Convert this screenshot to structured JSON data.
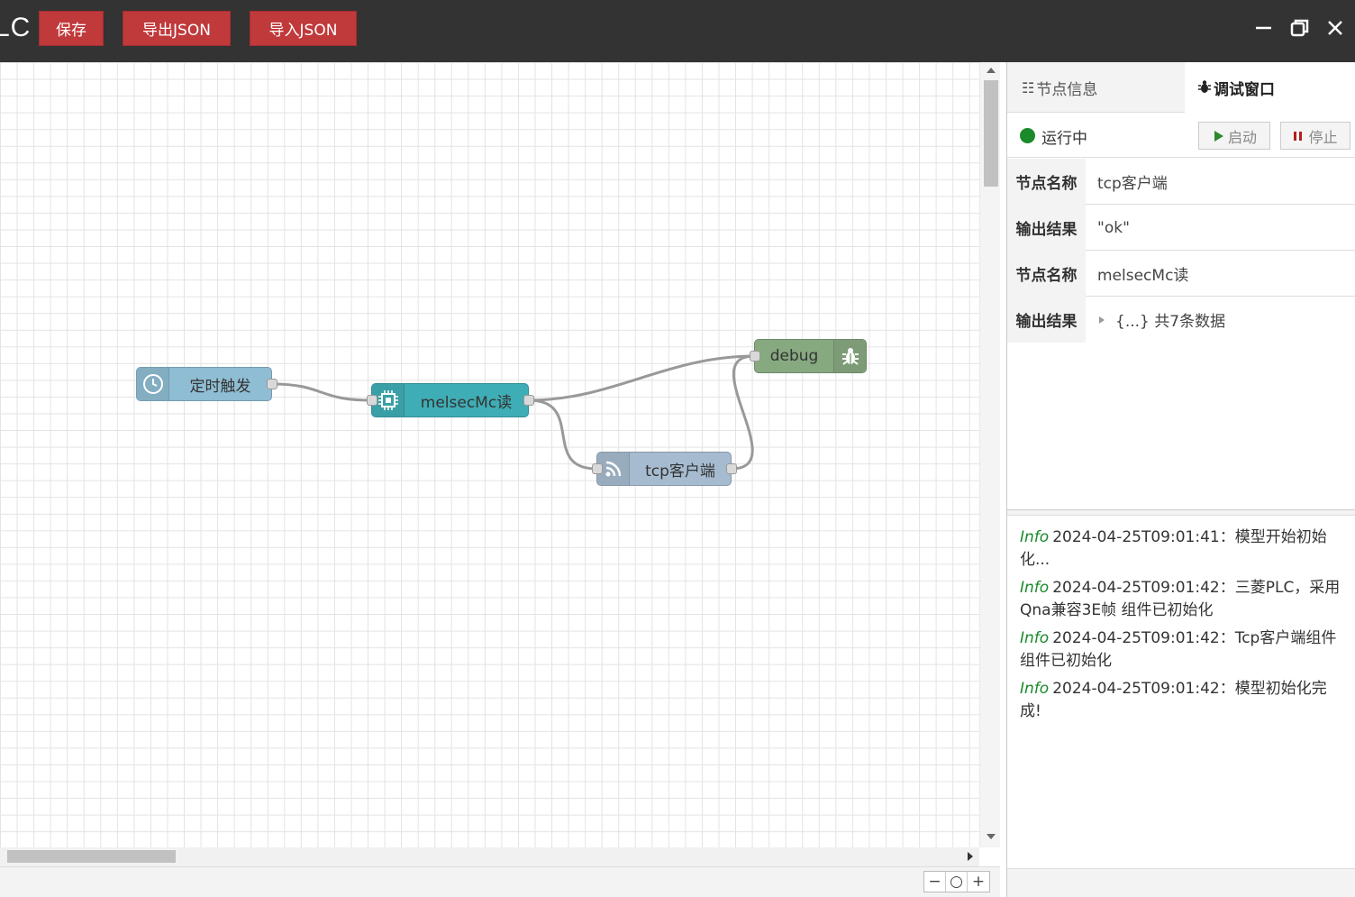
{
  "window": {
    "title": "LC",
    "buttons": {
      "save": "保存",
      "export": "导出JSON",
      "import": "导入JSON"
    }
  },
  "nodes": {
    "timer": {
      "label": "定时触发",
      "icon": "clock-icon",
      "color": "#8fbdd3"
    },
    "melsec": {
      "label": "melsecMc读",
      "icon": "chip-icon",
      "color": "#3fadb5"
    },
    "tcp": {
      "label": "tcp客户端",
      "icon": "feed-icon",
      "color": "#a6bbcf"
    },
    "debug": {
      "label": "debug",
      "icon": "bug-icon",
      "color": "#87a980"
    }
  },
  "zoom": {
    "out": "−",
    "reset": "○",
    "in": "+"
  },
  "panel": {
    "tabs": [
      {
        "label": "节点信息",
        "icon": "list-icon"
      },
      {
        "label": "调试窗口",
        "icon": "bug-icon"
      }
    ],
    "status": {
      "text": "运行中",
      "start": "启动",
      "stop": "停止"
    },
    "info": [
      {
        "key": "节点名称",
        "value": "tcp客户端"
      },
      {
        "key": "输出结果",
        "value": "\"ok\""
      },
      {
        "key": "节点名称",
        "value": "melsecMc读"
      },
      {
        "key": "输出结果",
        "value": "{...} 共7条数据"
      }
    ],
    "logs": [
      {
        "level": "Info",
        "text": "2024-04-25T09:01:41：模型开始初始化..."
      },
      {
        "level": "Info",
        "text": "2024-04-25T09:01:42：三菱PLC，采用Qna兼容3E帧 组件已初始化"
      },
      {
        "level": "Info",
        "text": "2024-04-25T09:01:42：Tcp客户端组件 组件已初始化"
      },
      {
        "level": "Info",
        "text": "2024-04-25T09:01:42：模型初始化完成!"
      }
    ]
  },
  "colors": {
    "titlebar": "#333333",
    "button": "#c0393b",
    "running": "#1a8a2a"
  }
}
